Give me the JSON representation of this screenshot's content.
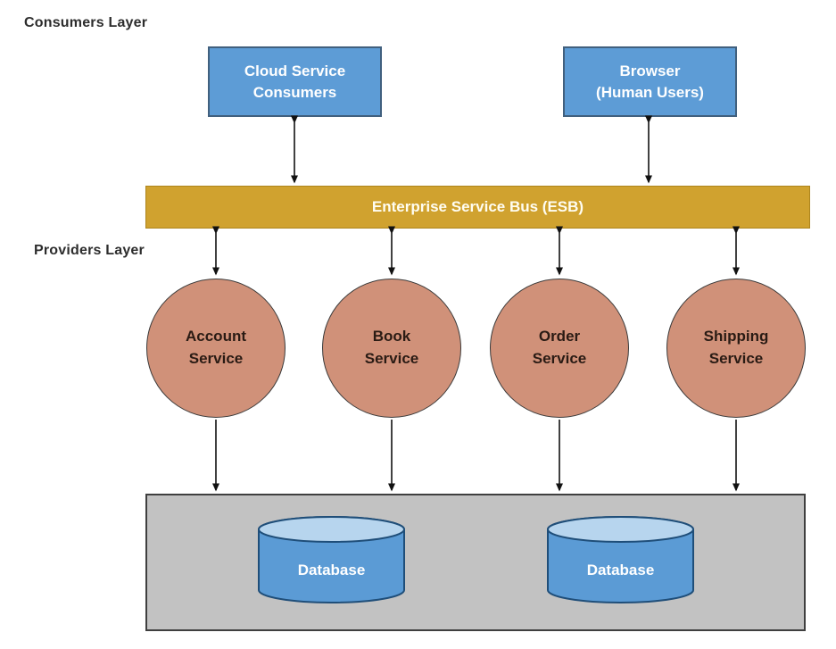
{
  "labels": {
    "consumers_layer": "Consumers Layer",
    "providers_layer": "Providers Layer"
  },
  "consumers": [
    {
      "label": "Cloud Service\nConsumers"
    },
    {
      "label": "Browser\n(Human Users)"
    }
  ],
  "esb": {
    "label": "Enterprise Service Bus (ESB)"
  },
  "services": [
    {
      "label": "Account\nService"
    },
    {
      "label": "Book\nService"
    },
    {
      "label": "Order\nService"
    },
    {
      "label": "Shipping\nService"
    }
  ],
  "databases": [
    {
      "label": "Database"
    },
    {
      "label": "Database"
    }
  ],
  "colors": {
    "consumer_box_fill": "#5D9CD6",
    "consumer_box_border": "#41607E",
    "esb_fill": "#D0A22F",
    "esb_text": "#FFFDF2",
    "service_circle_fill": "#D09179",
    "service_circle_border": "#3A3A3A",
    "datastore_panel_fill": "#C2C2C2",
    "datastore_panel_border": "#3F3F3F",
    "database_body_fill": "#5B9BD5",
    "database_top_fill": "#B7D5EE",
    "database_border": "#1F4E79",
    "arrow": "#111111",
    "layer_label_text": "#2D2D2D"
  }
}
